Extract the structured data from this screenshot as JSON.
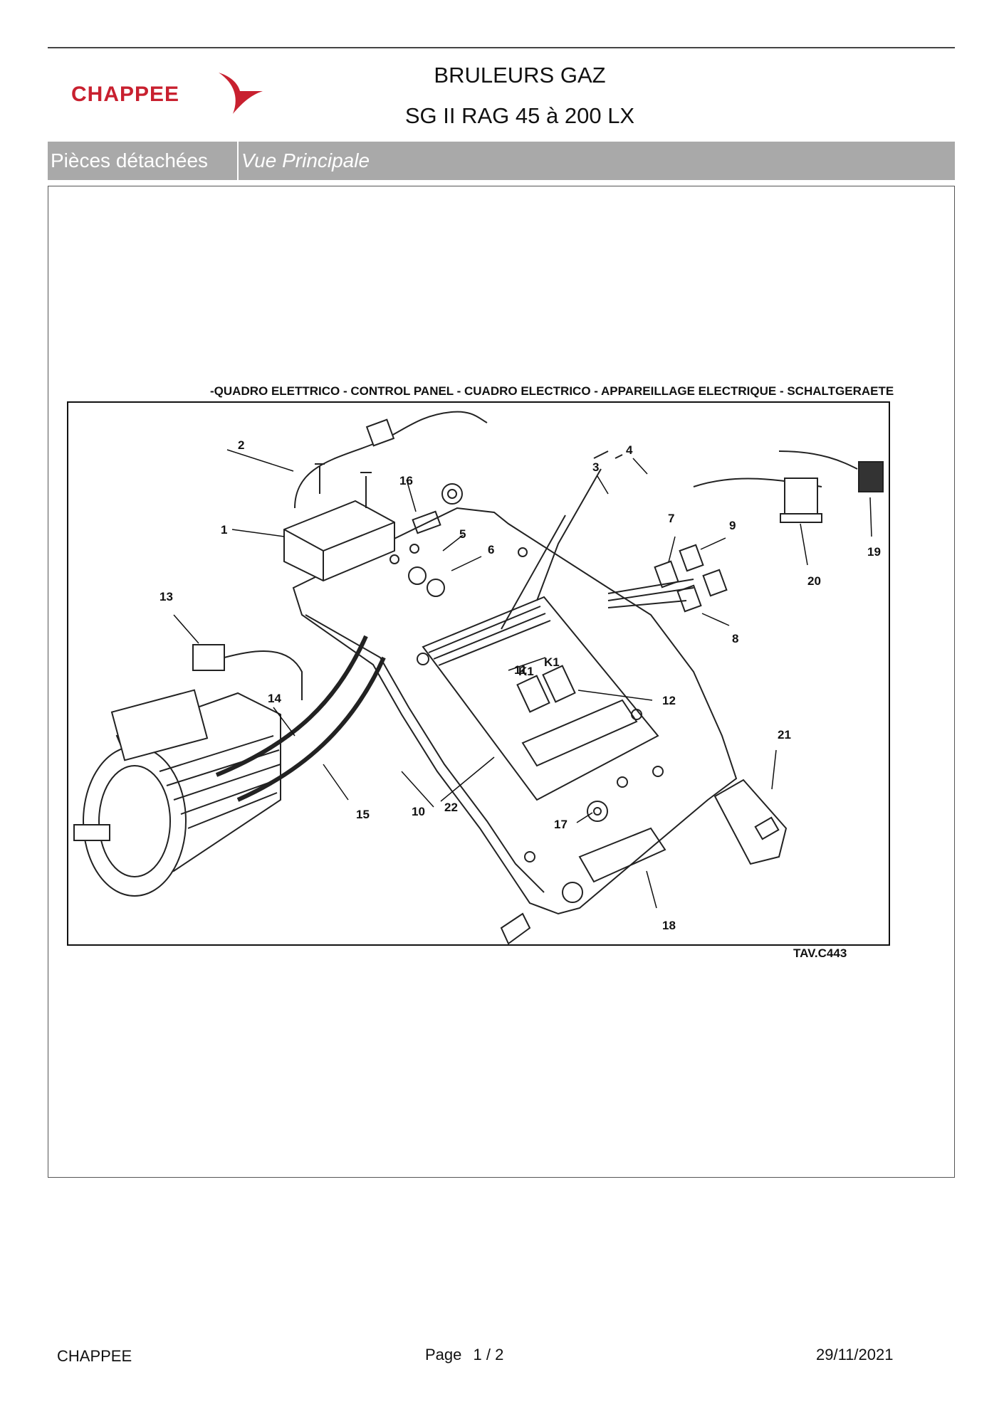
{
  "header": {
    "brand": "CHAPPEE",
    "title_line1": "BRULEURS GAZ",
    "title_line2": "SG II RAG 45 à 200 LX"
  },
  "section_bar": {
    "left_label": "Pièces détachées",
    "right_label": "Vue Principale"
  },
  "diagram": {
    "caption": "-QUADRO ELETTRICO - CONTROL PANEL - CUADRO ELECTRICO - APPAREILLAGE ELECTRIQUE - SCHALTGERAETE",
    "reference": "TAV.C443",
    "callouts": [
      "1",
      "2",
      "3",
      "4",
      "5",
      "6",
      "7",
      "8",
      "9",
      "10",
      "11",
      "12",
      "13",
      "14",
      "15",
      "16",
      "17",
      "18",
      "19",
      "20",
      "21",
      "22"
    ],
    "relay_labels": [
      "K1",
      "K1"
    ]
  },
  "footer": {
    "company": "CHAPPEE",
    "page_label": "Page",
    "page_current": "1",
    "page_sep": "/",
    "page_total": "2",
    "date": "29/11/2021"
  },
  "colors": {
    "brand_red": "#c8202f",
    "bar_gray": "#a9a9a9"
  }
}
